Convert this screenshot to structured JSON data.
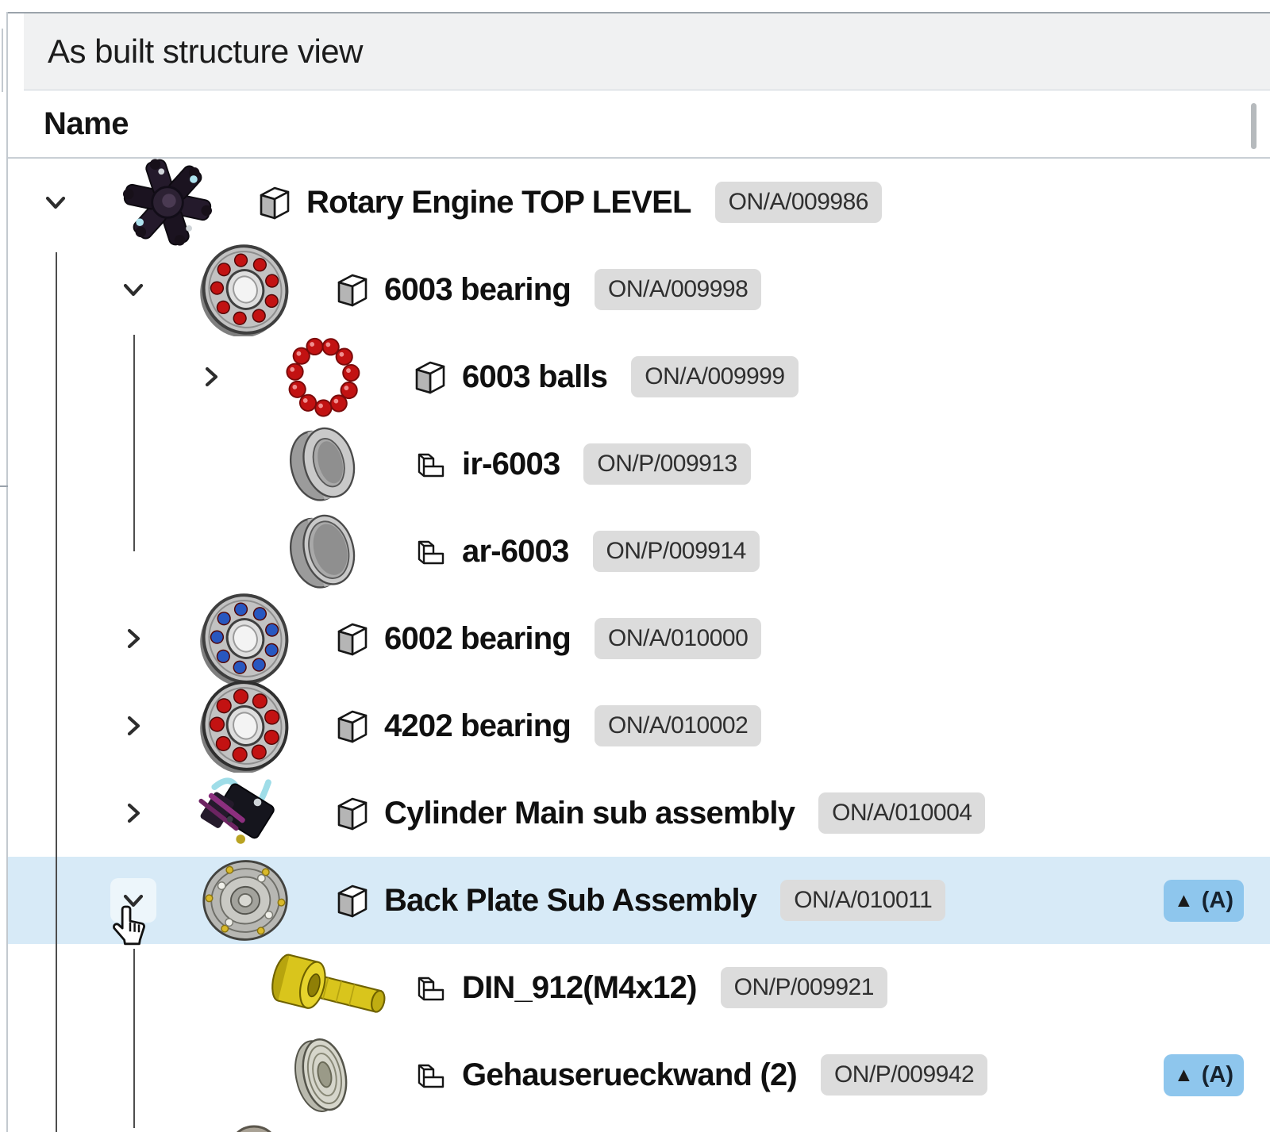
{
  "panel": {
    "title": "As built structure view",
    "column_header": "Name"
  },
  "status_badge": {
    "symbol": "▲",
    "label": "(A)"
  },
  "colors": {
    "header_bg": "#f0f1f2",
    "selected_row_bg": "#d7eaf7",
    "part_number_badge_bg": "#dcdcdc",
    "status_badge_bg": "#8ec6ed",
    "guide_line": "#4d4d4d",
    "bearing_ball_red": "#c21212",
    "bearing_ball_blue": "#2857c0",
    "screw_yellow": "#d9c51c"
  },
  "tree": {
    "rows": [
      {
        "name": "Rotary Engine TOP LEVEL",
        "part_number": "ON/A/009986",
        "level": 0,
        "type": "assembly",
        "chevron": "down",
        "selected": false,
        "status": false,
        "thumbnail": "rotary-engine"
      },
      {
        "name": "6003 bearing",
        "part_number": "ON/A/009998",
        "level": 1,
        "type": "assembly",
        "chevron": "down",
        "selected": false,
        "status": false,
        "thumbnail": "bearing-red"
      },
      {
        "name": "6003 balls",
        "part_number": "ON/A/009999",
        "level": 2,
        "type": "assembly",
        "chevron": "right",
        "selected": false,
        "status": false,
        "thumbnail": "balls-ring"
      },
      {
        "name": "ir-6003",
        "part_number": "ON/P/009913",
        "level": 2,
        "type": "part",
        "chevron": "none",
        "selected": false,
        "status": false,
        "thumbnail": "inner-ring"
      },
      {
        "name": "ar-6003",
        "part_number": "ON/P/009914",
        "level": 2,
        "type": "part",
        "chevron": "none",
        "selected": false,
        "status": false,
        "thumbnail": "outer-ring"
      },
      {
        "name": "6002 bearing",
        "part_number": "ON/A/010000",
        "level": 1,
        "type": "assembly",
        "chevron": "right",
        "selected": false,
        "status": false,
        "thumbnail": "bearing-blue"
      },
      {
        "name": "4202 bearing",
        "part_number": "ON/A/010002",
        "level": 1,
        "type": "assembly",
        "chevron": "right",
        "selected": false,
        "status": false,
        "thumbnail": "bearing-red-wide"
      },
      {
        "name": "Cylinder Main sub assembly",
        "part_number": "ON/A/010004",
        "level": 1,
        "type": "assembly",
        "chevron": "right",
        "selected": false,
        "status": false,
        "thumbnail": "cylinder-assembly"
      },
      {
        "name": "Back Plate Sub Assembly",
        "part_number": "ON/A/010011",
        "level": 1,
        "type": "assembly",
        "chevron": "down",
        "selected": true,
        "status": true,
        "thumbnail": "back-plate"
      },
      {
        "name": "DIN_912(M4x12)",
        "part_number": "ON/P/009921",
        "level": 2,
        "type": "part",
        "chevron": "none",
        "selected": false,
        "status": false,
        "thumbnail": "yellow-screw"
      },
      {
        "name": "Gehauserueckwand (2)",
        "part_number": "ON/P/009942",
        "level": 2,
        "type": "part",
        "chevron": "none",
        "selected": false,
        "status": true,
        "thumbnail": "rear-housing-disc"
      }
    ]
  }
}
